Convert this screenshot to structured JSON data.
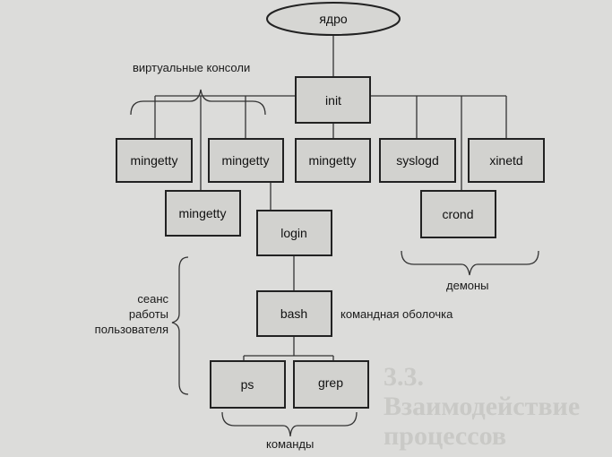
{
  "background": {
    "heading": "3.3. Взаимодействие процессов"
  },
  "diagram": {
    "kernel": "ядро",
    "init": "init",
    "virtual_consoles_label": "виртуальные консоли",
    "nodes": {
      "mingetty1": "mingetty",
      "mingetty2": "mingetty",
      "mingetty3": "mingetty",
      "mingetty4": "mingetty",
      "syslogd": "syslogd",
      "xinetd": "xinetd",
      "crond": "crond",
      "login": "login",
      "bash": "bash",
      "ps": "ps",
      "grep": "grep"
    },
    "daemons_label": "демоны",
    "shell_label": "командная оболочка",
    "session_label": [
      "сеанс",
      "работы",
      "пользователя"
    ],
    "commands_label": "команды"
  }
}
